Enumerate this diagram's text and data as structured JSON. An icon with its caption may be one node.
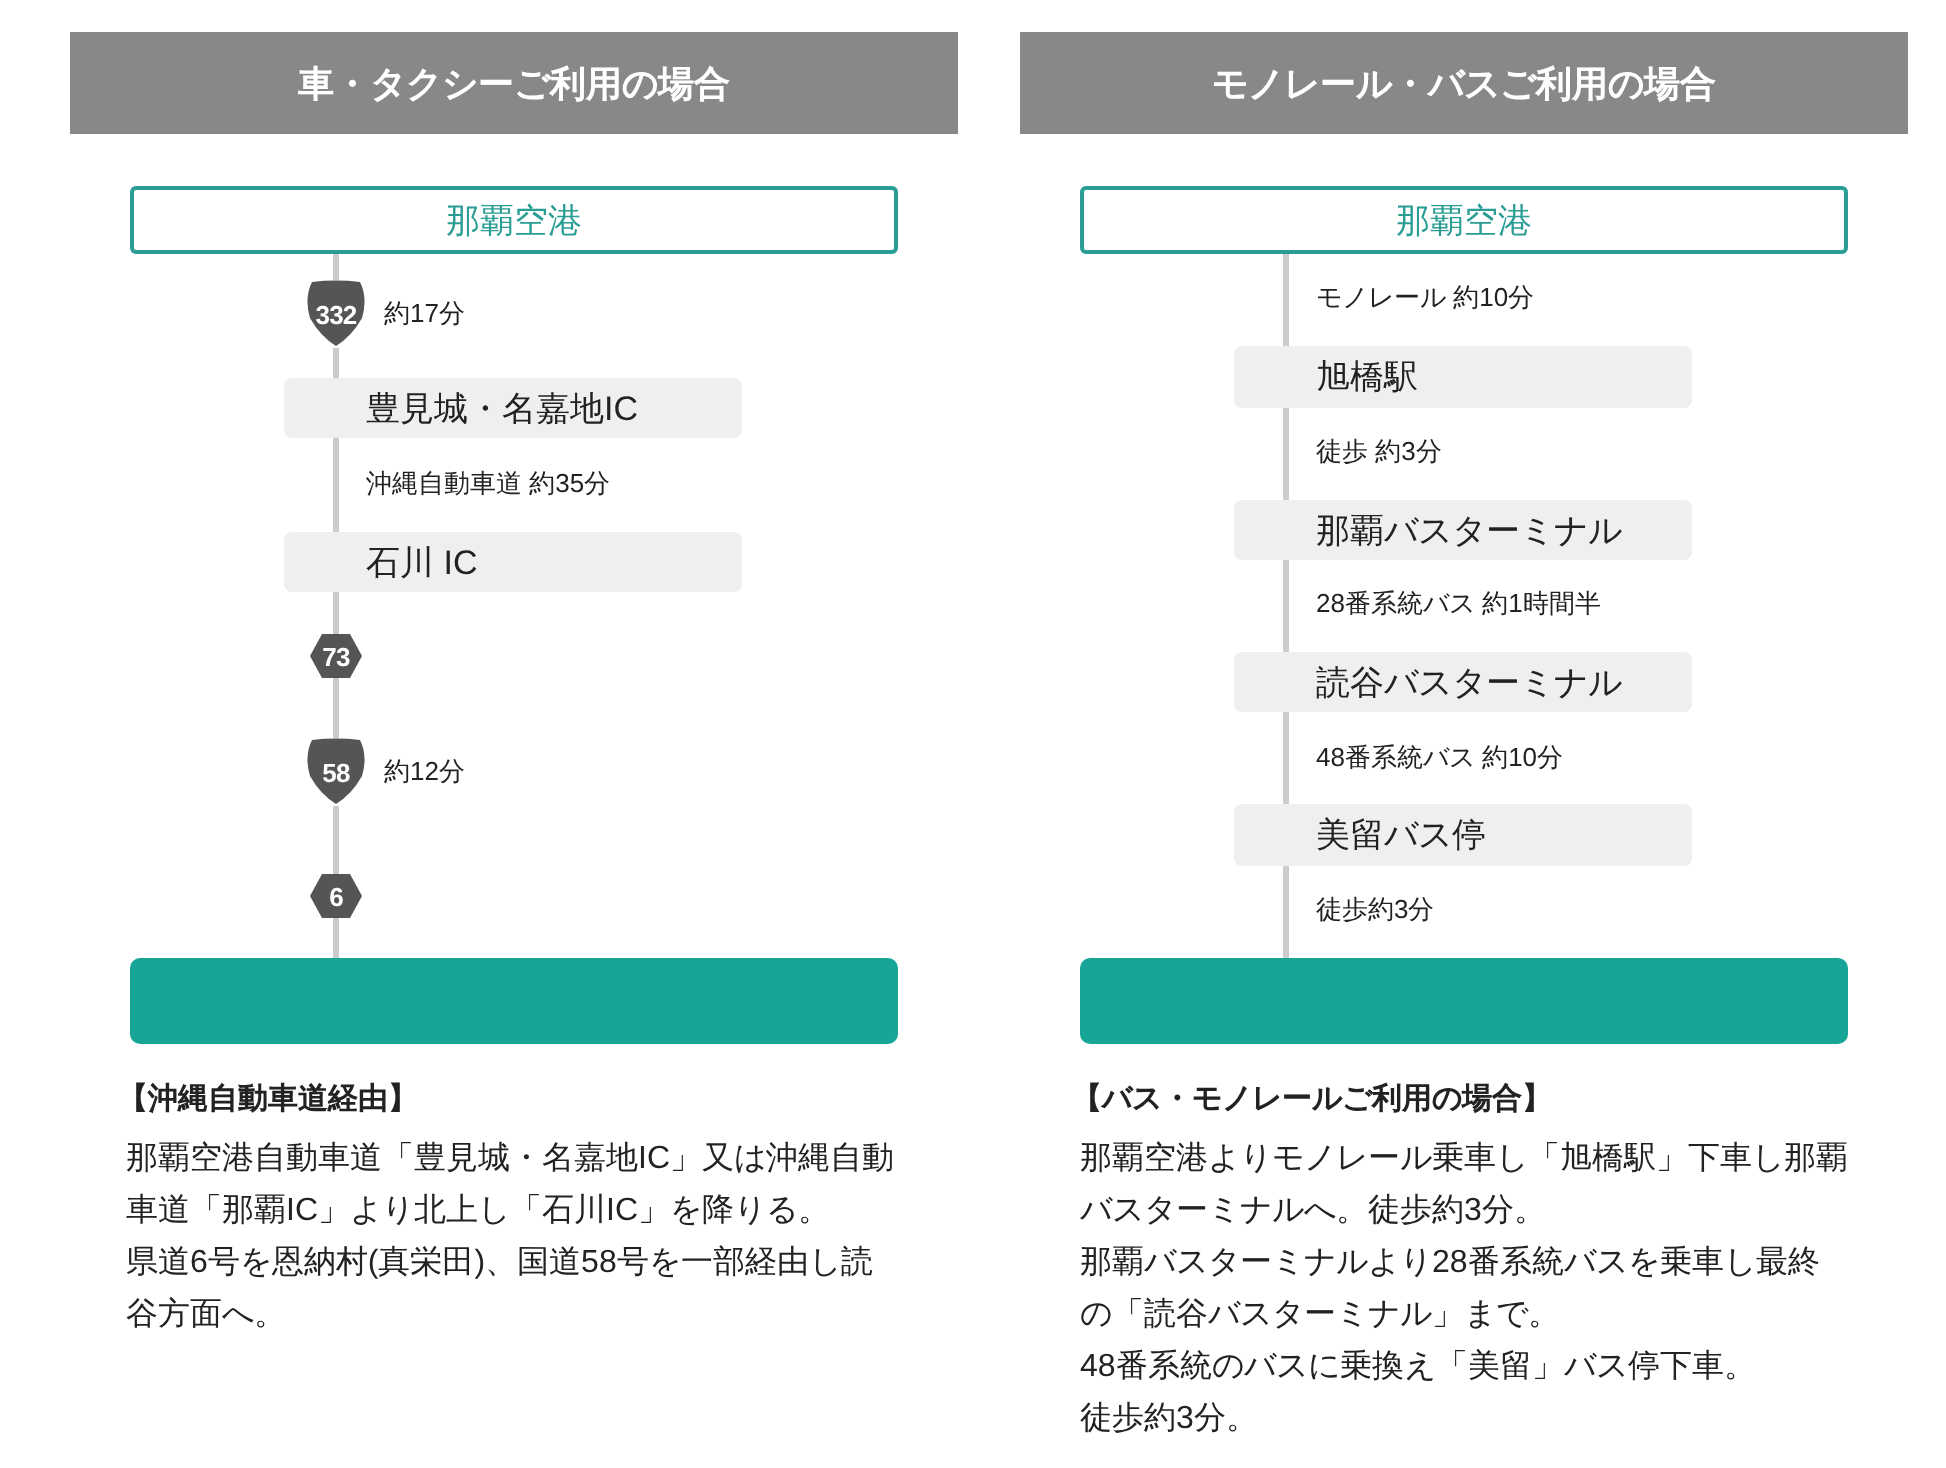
{
  "diagram": {
    "nodes": [
      {
        "text": [
          "車・タクシーご利用の場合"
        ]
      },
      {
        "text": [
          "那覇空港"
        ]
      },
      {
        "text": [
          "332"
        ],
        "beside": [
          "約17分"
        ]
      },
      {
        "text": [
          "豊見城・名嘉地IC"
        ]
      },
      {
        "text": [
          "石川 IC"
        ]
      },
      {
        "text": [
          "73"
        ]
      },
      {
        "text": [
          "58"
        ],
        "beside": [
          "約12分"
        ]
      },
      {
        "text": [
          "6"
        ]
      },
      {
        "text": [],
        "shape": "box"
      },
      {
        "text": [
          "モノレール・バスご利用の場合"
        ]
      },
      {
        "text": [
          "那覇空港"
        ]
      },
      {
        "text": [
          "旭橋駅"
        ]
      },
      {
        "text": [
          "那覇バスターミナル"
        ]
      },
      {
        "text": [
          "読谷バスターミナル"
        ]
      },
      {
        "text": [
          "美留バス停"
        ]
      },
      {
        "text": [],
        "shape": "box"
      }
    ],
    "edges": [
      {
        "from": 1,
        "to": 2,
        "arrow": "none"
      },
      {
        "from": 2,
        "to": 3,
        "arrow": "none"
      },
      {
        "from": 3,
        "to": 4,
        "arrow": "none",
        "label": "沖縄自動車道 約35分"
      },
      {
        "from": 4,
        "to": 5,
        "arrow": "none"
      },
      {
        "from": 5,
        "to": 6,
        "arrow": "none"
      },
      {
        "from": 6,
        "to": 7,
        "arrow": "none"
      },
      {
        "from": 7,
        "to": 8,
        "arrow": "none"
      },
      {
        "from": 10,
        "to": 11,
        "arrow": "none",
        "label": "モノレール 約10分"
      },
      {
        "from": 11,
        "to": 12,
        "arrow": "none",
        "label": "徒歩 約3分"
      },
      {
        "from": 12,
        "to": 13,
        "arrow": "none",
        "label": "28番系統バス 約1時間半"
      },
      {
        "from": 13,
        "to": 14,
        "arrow": "none",
        "label": "48番系統バス 約10分"
      },
      {
        "from": 14,
        "to": 15,
        "arrow": "none",
        "label": "徒歩約3分"
      }
    ],
    "labels": [
      "【沖縄自動車道経由】",
      "那覇空港自動車道「豊見城・名嘉地IC」又は沖縄自動車道「那覇IC」より北上し「石川IC」を降りる。",
      "県道6号を恩納村(真栄田)、国道58号を一部経由し読谷方面へ。",
      "【バス・モノレールご利用の場合】",
      "那覇空港よりモノレール乗車し「旭橋駅」下車し那覇バスターミナルへ。徒歩約3分。",
      "那覇バスターミナルより28番系統バスを乗車し最終の「読谷バスターミナル」まで。",
      "48番系統のバスに乗換え「美留」バス停下車。",
      "徒歩約3分。"
    ]
  }
}
